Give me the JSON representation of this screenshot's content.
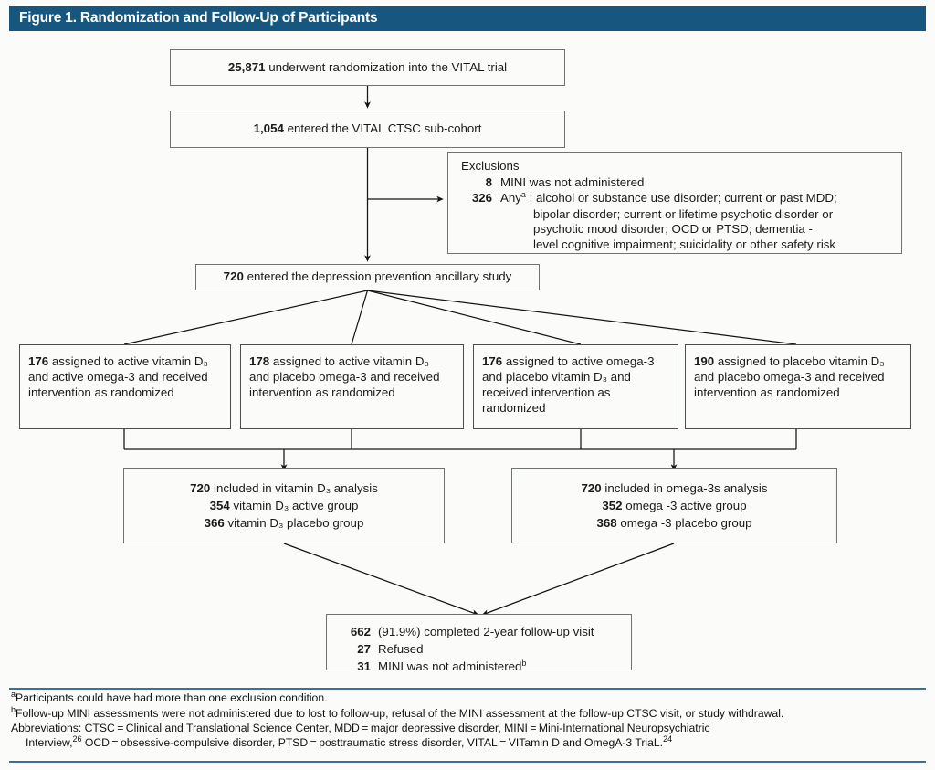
{
  "figure": {
    "title": "Figure 1. Randomization and Follow-Up of Participants",
    "header_color": "#17567e",
    "rule_color": "#3a6f9f"
  },
  "flow": {
    "randomized": {
      "count": "25,871",
      "text": "underwent randomization into the VITAL trial"
    },
    "subcohort": {
      "count": "1,054",
      "text": "entered the VITAL CTSC sub-cohort"
    },
    "exclusions": {
      "heading": "Exclusions",
      "rows": [
        {
          "count": "8",
          "text": "MINI was not administered",
          "hang": []
        },
        {
          "count": "326",
          "text_prefix": "Any",
          "text_sup": "a",
          "text": " : alcohol or substance use disorder; current or past MDD;",
          "hang": [
            "bipolar disorder; current or lifetime psychotic disorder or",
            "psychotic mood disorder; OCD or PTSD; dementia -",
            "level cognitive impairment; suicidality or other safety risk"
          ]
        }
      ]
    },
    "ancillary": {
      "count": "720",
      "text": "entered the depression prevention ancillary study"
    },
    "arms": [
      {
        "count": "176",
        "lines": [
          "assigned to active vitamin D₃",
          "and active omega-3 and received",
          "intervention as randomized"
        ]
      },
      {
        "count": "178",
        "lines": [
          "assigned to active vitamin D₃",
          "and placebo omega-3 and received",
          "intervention as randomized"
        ]
      },
      {
        "count": "176",
        "lines": [
          "assigned to active omega-3",
          "and placebo vitamin D₃ and",
          "received intervention as",
          "randomized"
        ]
      },
      {
        "count": "190",
        "lines": [
          "assigned to placebo vitamin D₃",
          "and placebo omega-3 and received",
          "intervention as randomized"
        ]
      }
    ],
    "analysis": [
      {
        "lines": [
          {
            "count": "720",
            "text": "included in vitamin D₃ analysis"
          },
          {
            "count": "354",
            "text": "vitamin D₃ active group"
          },
          {
            "count": "366",
            "text": "vitamin D₃ placebo group"
          }
        ]
      },
      {
        "lines": [
          {
            "count": "720",
            "text": "included in omega-3s analysis"
          },
          {
            "count": "352",
            "text": "omega -3 active group"
          },
          {
            "count": "368",
            "text": "omega -3 placebo group"
          }
        ]
      }
    ],
    "followup": {
      "rows": [
        {
          "count": "662",
          "text": "(91.9%) completed 2-year follow-up visit",
          "sup": ""
        },
        {
          "count": "27",
          "text": "Refused",
          "sup": ""
        },
        {
          "count": "31",
          "text": "MINI was not administered",
          "sup": "b"
        }
      ]
    }
  },
  "footnotes": {
    "a_marker": "a",
    "a_text": "Participants could have had more than one exclusion condition.",
    "b_marker": "b",
    "b_text": "Follow-up MINI assessments were not administered due to lost to follow-up, refusal of the MINI assessment at the follow-up CTSC visit, or study withdrawal.",
    "abbrev_line1": "Abbreviations: CTSC = Clinical and Translational Science Center, MDD = major depressive disorder, MINI = Mini-International Neuropsychiatric",
    "abbrev_line2_pre": "Interview,",
    "abbrev_line2_sup1": "26",
    "abbrev_line2_mid": " OCD = obsessive-compulsive disorder, PTSD = posttraumatic stress disorder, VITAL = VITamin D and OmegA-3 TriaL.",
    "abbrev_line2_sup2": "24"
  }
}
